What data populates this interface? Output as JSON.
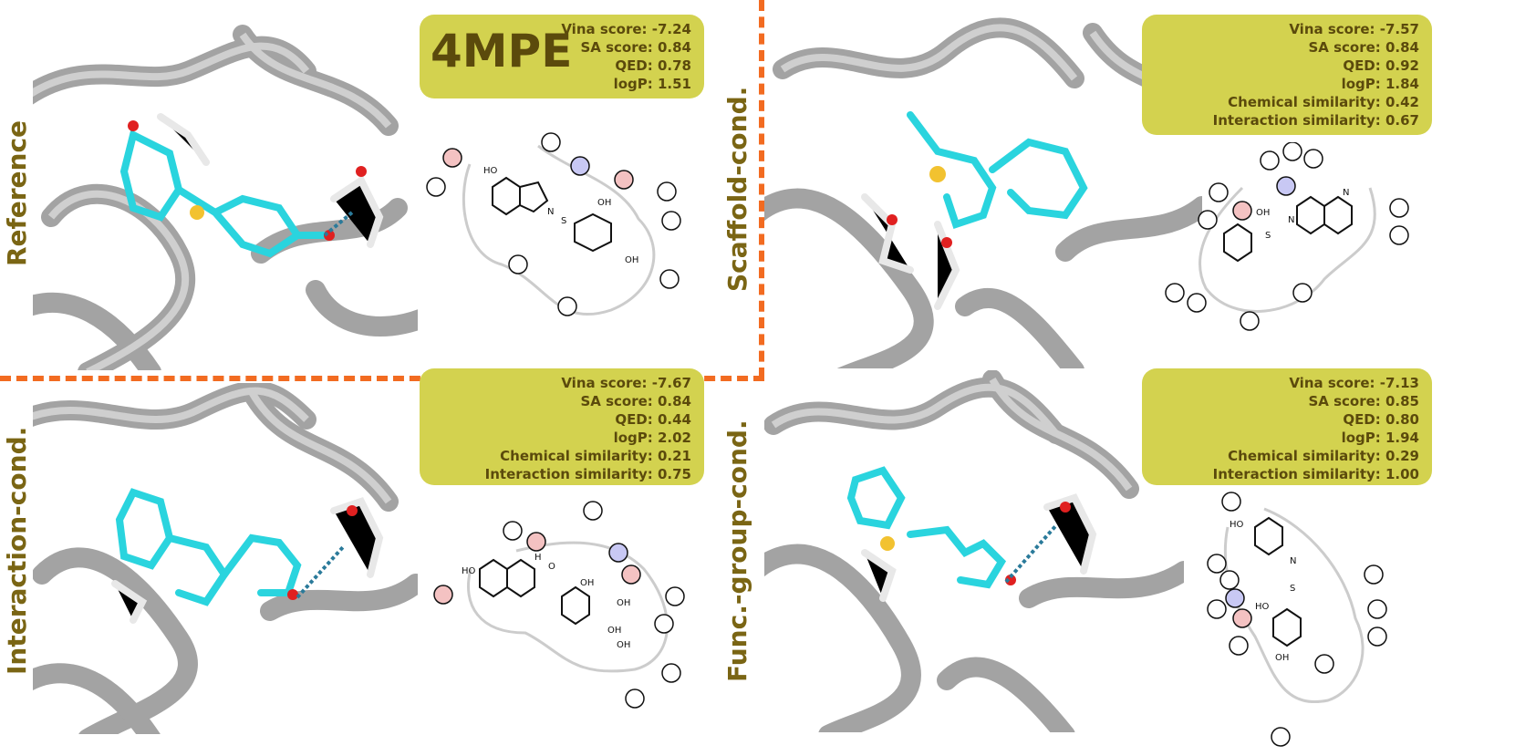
{
  "colors": {
    "label_text": "#7a6514",
    "score_box": "#d3d24f",
    "score_text": "#5b4a0c",
    "divider": "#f26b21",
    "ligand_carbon": "#2ad4de",
    "protein_ribbon": "#a8a8a8"
  },
  "panels": [
    {
      "label": "Reference",
      "pdb_id": "4MPE",
      "scores": [
        "Vina score: -7.24",
        "SA score: 0.84",
        "QED: 0.78",
        "logP: 1.51"
      ]
    },
    {
      "label": "Scaffold-cond.",
      "pdb_id": "",
      "scores": [
        "Vina score: -7.57",
        "SA score: 0.84",
        "QED: 0.92",
        "logP: 1.84",
        "Chemical similarity: 0.42",
        "Interaction similarity: 0.67"
      ]
    },
    {
      "label": "Interaction-cond.",
      "pdb_id": "",
      "scores": [
        "Vina score: -7.67",
        "SA score: 0.84",
        "QED: 0.44",
        "logP: 2.02",
        "Chemical similarity: 0.21",
        "Interaction similarity: 0.75"
      ]
    },
    {
      "label": "Func.-group-cond.",
      "pdb_id": "",
      "scores": [
        "Vina score: -7.13",
        "SA score: 0.85",
        "QED: 0.80",
        "logP: 1.94",
        "Chemical similarity: 0.29",
        "Interaction similarity: 1.00"
      ]
    }
  ]
}
